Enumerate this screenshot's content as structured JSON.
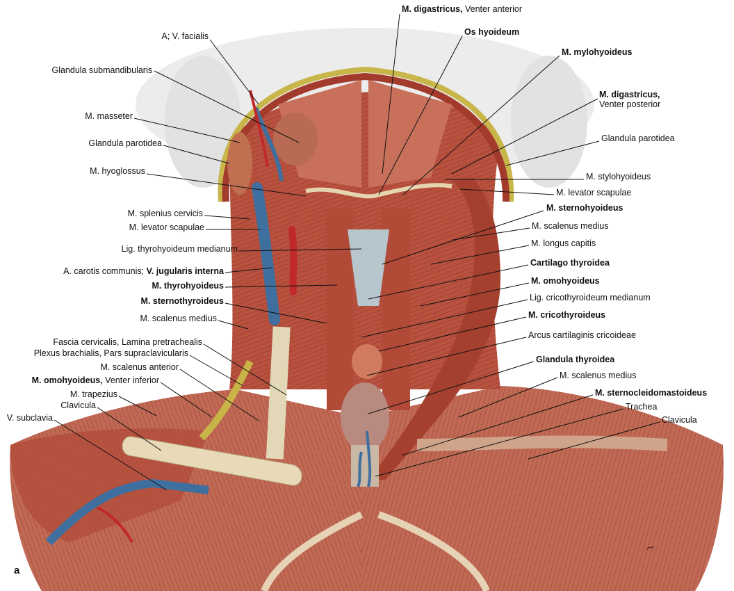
{
  "figure_letter": "a",
  "signature": "Lepier",
  "colors": {
    "muscle": "#b5503f",
    "muscle_dark": "#8e3328",
    "vein": "#3f6f9e",
    "artery": "#c0282a",
    "fat": "#c9b547",
    "cartilage": "#b7c6cc",
    "bone": "#e8d9b8",
    "skin": "#e3e3e3"
  },
  "labels_left": [
    {
      "id": "facialis",
      "plain": "A; V. facialis"
    },
    {
      "id": "submand",
      "plain": "Glandula submandibularis"
    },
    {
      "id": "masseter",
      "plain": "M. masseter"
    },
    {
      "id": "parotidea_l",
      "plain": "Glandula parotidea"
    },
    {
      "id": "hyoglossus",
      "plain": "M. hyoglossus"
    },
    {
      "id": "splenius",
      "plain": "M. splenius cervicis"
    },
    {
      "id": "levator_l",
      "plain": "M. levator scapulae"
    },
    {
      "id": "lig_thyro",
      "plain": "Lig. thyrohyoideum medianum"
    },
    {
      "id": "carotis",
      "plain": "A. carotis communis; ",
      "bold": "V. jugularis interna"
    },
    {
      "id": "thyrohyoideus",
      "bold": "M. thyrohyoideus"
    },
    {
      "id": "sternothyroideus",
      "bold": "M. sternothyroideus"
    },
    {
      "id": "scal_med_l",
      "plain": "M. scalenus medius"
    },
    {
      "id": "fascia",
      "plain": "Fascia cervicalis, Lamina pretrachealis"
    },
    {
      "id": "plexus",
      "plain": "Plexus brachialis, Pars supraclavicularis"
    },
    {
      "id": "scal_ant",
      "plain": "M. scalenus anterior"
    },
    {
      "id": "omohyoid_inf",
      "bold": "M. omohyoideus,",
      "plain": " Venter inferior"
    },
    {
      "id": "trapezius",
      "plain": "M. trapezius"
    },
    {
      "id": "clavicula_l",
      "plain": "Clavicula"
    },
    {
      "id": "subclavia",
      "plain": "V. subclavia"
    }
  ],
  "labels_right": [
    {
      "id": "dig_ant",
      "bold": "M. digastricus,",
      "plain": " Venter anterior"
    },
    {
      "id": "os_hyoid",
      "bold": "Os hyoideum"
    },
    {
      "id": "mylohyoid",
      "bold": "M. mylohyoideus"
    },
    {
      "id": "dig_post",
      "bold": "M. digastricus,",
      "plain2": "Venter posterior"
    },
    {
      "id": "parotidea_r",
      "plain": "Glandula parotidea"
    },
    {
      "id": "stylohyoid",
      "plain": "M. stylohyoideus"
    },
    {
      "id": "levator_r",
      "plain": "M. levator scapulae"
    },
    {
      "id": "sternohyoid",
      "bold": "M. sternohyoideus"
    },
    {
      "id": "scal_med_r1",
      "plain": "M. scalenus medius"
    },
    {
      "id": "longus",
      "plain": "M. longus capitis"
    },
    {
      "id": "cart_thyro",
      "bold": "Cartilago thyroidea"
    },
    {
      "id": "omohyoid",
      "bold": "M. omohyoideus"
    },
    {
      "id": "lig_crico",
      "plain": "Lig. cricothyroideum medianum"
    },
    {
      "id": "cricothyroid",
      "bold": "M. cricothyroideus"
    },
    {
      "id": "arcus",
      "plain": "Arcus cartilaginis cricoideae"
    },
    {
      "id": "gl_thyro",
      "bold": "Glandula thyroidea"
    },
    {
      "id": "scal_med_r2",
      "plain": "M. scalenus medius"
    },
    {
      "id": "scm",
      "bold": "M. sternocleidomastoideus"
    },
    {
      "id": "trachea",
      "plain": "Trachea"
    },
    {
      "id": "clavicula_r",
      "plain": "Clavicula"
    }
  ]
}
